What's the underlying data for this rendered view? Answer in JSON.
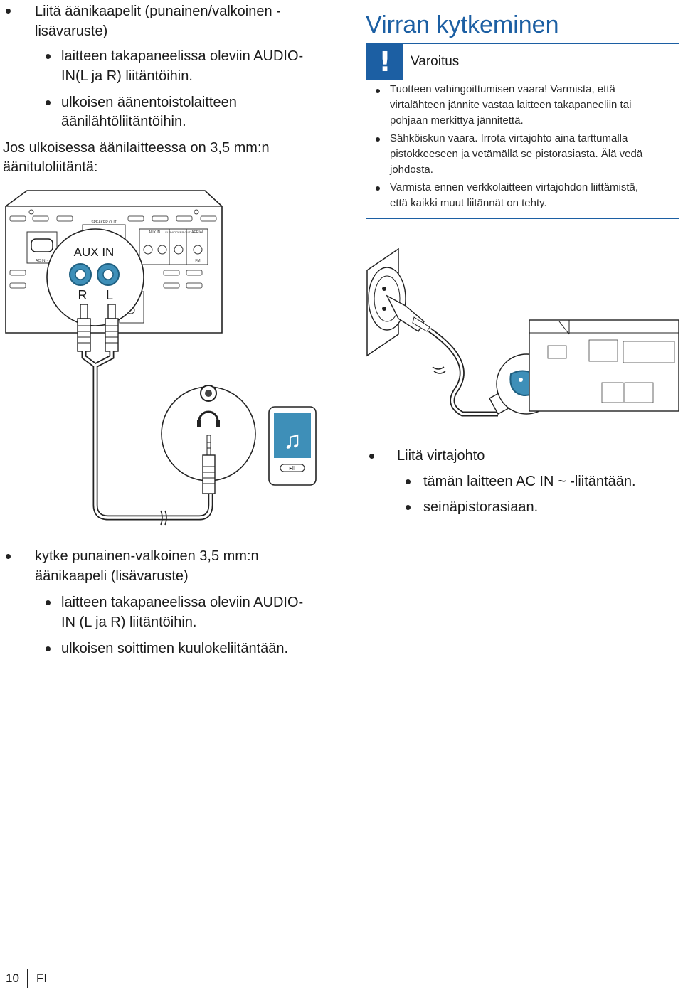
{
  "left_top": {
    "bullet1": "Liitä äänikaapelit (punainen/valkoinen - lisävaruste)",
    "bullet1_line1": "Liitä äänikaapelit (punainen/valkoinen -",
    "bullet1_line2": "lisävaruste)",
    "sub1_line1": "laitteen takapaneelissa oleviin AUDIO-",
    "sub1_line2": "IN(L ja R) liitäntöihin.",
    "sub2_line1": "ulkoisen äänentoistolaitteen",
    "sub2_line2": "äänilähtöliitäntöihin.",
    "para_line1": "Jos ulkoisessa äänilaitteessa on 3,5 mm:n",
    "para_line2": "äänituloliitäntä:"
  },
  "section": {
    "title": "Virran kytkeminen",
    "warning": {
      "icon": "exclamation-icon",
      "label": "Varoitus",
      "items": [
        [
          "Tuotteen vahingoittumisen vaara! Varmista, että",
          "virtalähteen jännite vastaa laitteen takapaneeliin tai",
          "pohjaan merkittyä jännitettä."
        ],
        [
          "Sähköiskun vaara. Irrota virtajohto aina tarttumalla",
          "pistokkeeseen ja vetämällä se pistorasiasta. Älä vedä",
          "johdosta."
        ],
        [
          "Varmista ennen verkkolaitteen virtajohdon liittämistä,",
          "että kaikki muut liitännät on tehty."
        ]
      ]
    }
  },
  "diagram_left": {
    "aux_label": "AUX IN",
    "r_label": "R",
    "l_label": "L",
    "panel_labels": {
      "speaker": "SPEAKER OUT",
      "aux": "AUX IN",
      "sub": "SUBWOOFER OUT",
      "aerial": "AERIAL",
      "acin": "AC IN ~",
      "fm": "FM",
      "r": "R",
      "l": "L"
    }
  },
  "power": {
    "bullet": "Liitä virtajohto",
    "sub1": "tämän laitteen AC IN ~ -liitäntään.",
    "sub2": "seinäpistorasiaan."
  },
  "left_bottom": {
    "bullet_line1": "kytke punainen-valkoinen 3,5 mm:n",
    "bullet_line2": "äänikaapeli (lisävaruste)",
    "sub1_line1": "laitteen takapaneelissa oleviin AUDIO-",
    "sub1_line2": "IN (L ja R) liitäntöihin.",
    "sub2": "ulkoisen soittimen kuulokeliitäntään."
  },
  "footer": {
    "page_number": "10",
    "lang": "FI"
  },
  "colors": {
    "accent": "#1c5fa3",
    "jack_blue": "#3e8fb8"
  }
}
